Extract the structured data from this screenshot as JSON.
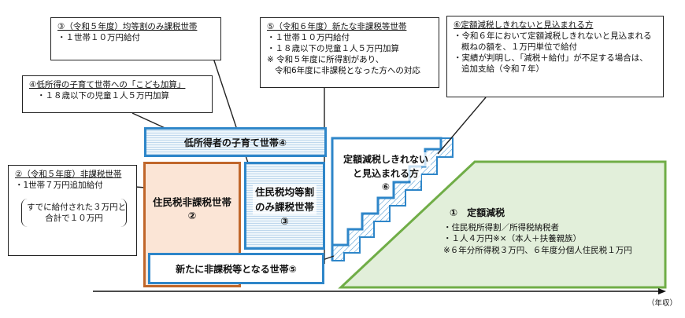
{
  "callouts": {
    "c3": {
      "title": "③（令和５年度）均等割のみ課税世帯",
      "lines": [
        "・１世帯１０万円給付"
      ]
    },
    "c5": {
      "title": "⑤（令和６年度）新たな非課税等世帯",
      "lines": [
        "・１世帯１０万円給付",
        "・１８歳以下の児童１人５万円加算",
        "※ 令和５年度に所得割があり、",
        "令和6年度に非課税となった方への対応"
      ]
    },
    "c6": {
      "title": "⑥定額減税しきれないと見込まれる方",
      "lines": [
        "・令和６年において定額減税しきれないと見込まれる",
        "概ねの額を、１万円単位で給付",
        "・実績が判明し、「減税＋給付」が不足する場合は、",
        "追加支給（令和７年）"
      ]
    },
    "c4": {
      "title": "④低所得の子育て世帯への「こども加算」",
      "lines": [
        "・１８歳以下の児童１人５万円加算"
      ]
    },
    "c2": {
      "title": "②（令和５年度）非課税世帯",
      "lines": [
        "・1世帯７万円追加給付"
      ],
      "bracket": [
        "すでに給付された３万円と",
        "合計で１０万円"
      ]
    }
  },
  "boxes": {
    "kosodate": "低所得者の子育て世帯④",
    "hikazei": [
      "住民税非課税世帯",
      "②"
    ],
    "kintowari": [
      "住民税均等割",
      "のみ課税世帯",
      "③"
    ],
    "shintani": "新たに非課税等となる世帯⑤",
    "teigaku": [
      "定額減税しきれない",
      "と見込まれる方",
      "⑥"
    ]
  },
  "green": {
    "title": "①　定額減税",
    "lines": [
      "・住民税所得割／所得税納税者",
      "・１人４万円※×（本人＋扶養親族）",
      "※６年分所得税３万円、６年度分個人住民税１万円"
    ]
  },
  "axis": {
    "label": "（年収）"
  },
  "colors": {
    "blue": "#2e86c9",
    "orange": "#c0662a",
    "orange_fill": "#fbe5d6",
    "green": "#70ad47",
    "green_fill": "#e2efda"
  }
}
